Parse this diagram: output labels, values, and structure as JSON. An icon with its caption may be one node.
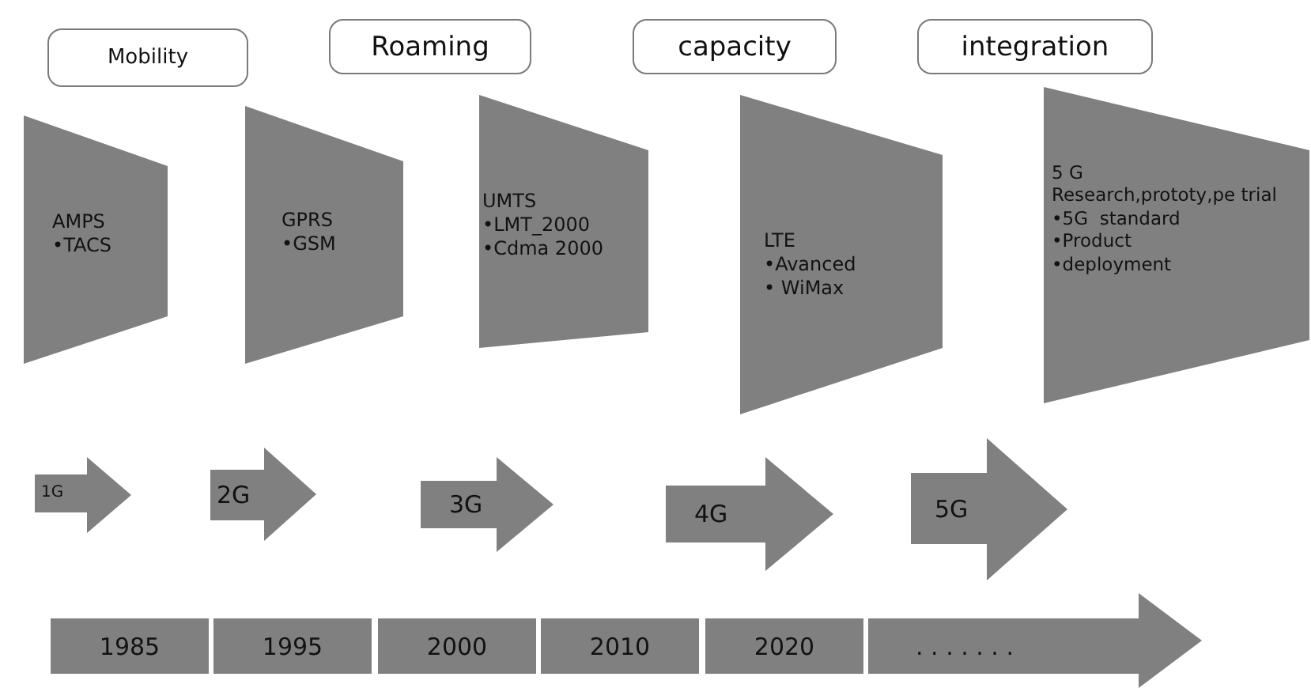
{
  "diagram": {
    "nodes": [
      {
        "text": [
          "Mobility"
        ]
      },
      {
        "text": [
          "Roaming"
        ]
      },
      {
        "text": [
          "capacity"
        ]
      },
      {
        "text": [
          "integration"
        ]
      },
      {
        "text": [
          "AMPS",
          "•TACS"
        ]
      },
      {
        "text": [
          "GPRS",
          "•GSM"
        ]
      },
      {
        "text": [
          "UMTS",
          "•LMT_2000",
          "•Cdma 2000"
        ]
      },
      {
        "text": [
          "LTE",
          "•Avanced",
          "• WiMax"
        ]
      },
      {
        "text": [
          "5 G",
          "Research,prototy,pe trial",
          "•5G  standard",
          "•Product",
          "•deployment"
        ]
      },
      {
        "text": [
          "1G"
        ]
      },
      {
        "text": [
          "2G"
        ]
      },
      {
        "text": [
          "3G"
        ]
      },
      {
        "text": [
          "4G"
        ]
      },
      {
        "text": [
          "5G"
        ]
      },
      {
        "text": [
          "1985"
        ]
      },
      {
        "text": [
          "1995"
        ]
      },
      {
        "text": [
          "2000"
        ]
      },
      {
        "text": [
          "2010"
        ]
      },
      {
        "text": [
          "2020"
        ]
      },
      {
        "text": [
          ". . . . . . ."
        ]
      }
    ]
  }
}
